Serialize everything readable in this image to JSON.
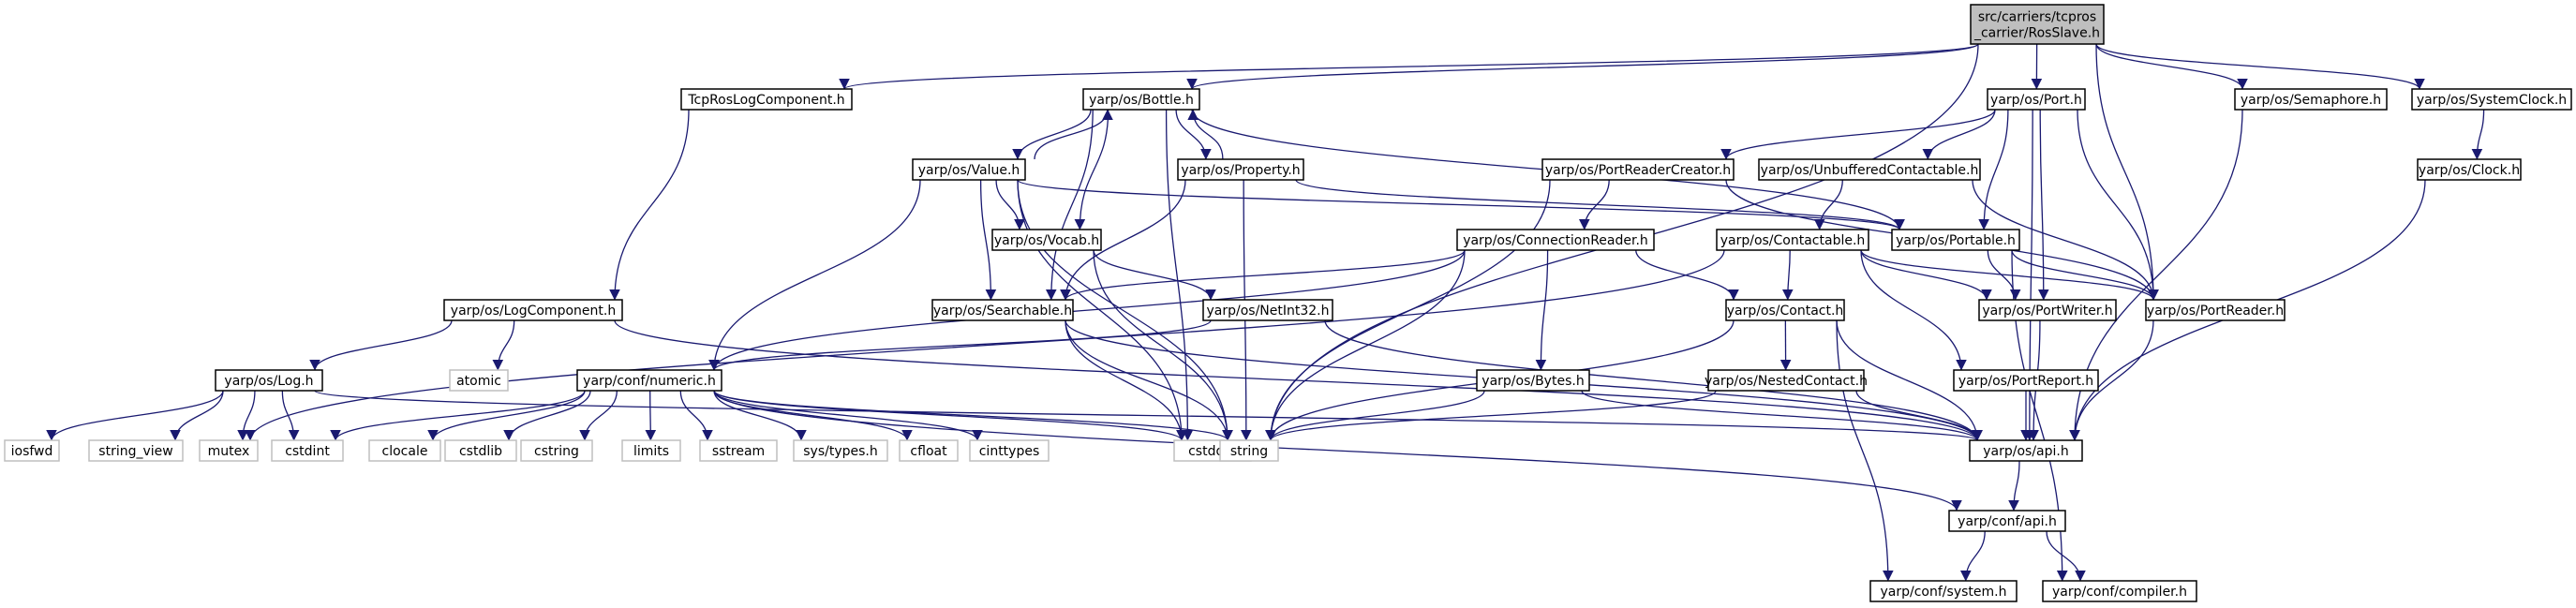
{
  "colors": {
    "edge": "#191970",
    "node_border": "#000000",
    "system_border": "#bfbfbf",
    "root_fill": "#bfbfbf",
    "node_fill": "#ffffff",
    "text": "#000000"
  },
  "diagram": {
    "nodes": [
      {
        "id": "root",
        "lines": [
          "src/carriers/tcpros",
          "_carrier/RosSlave.h"
        ],
        "kind": "root"
      },
      {
        "id": "tcplog",
        "lines": [
          "TcpRosLogComponent.h"
        ],
        "kind": "normal"
      },
      {
        "id": "bottle",
        "lines": [
          "yarp/os/Bottle.h"
        ],
        "kind": "normal"
      },
      {
        "id": "port",
        "lines": [
          "yarp/os/Port.h"
        ],
        "kind": "normal"
      },
      {
        "id": "semaphore",
        "lines": [
          "yarp/os/Semaphore.h"
        ],
        "kind": "normal"
      },
      {
        "id": "sysclock",
        "lines": [
          "yarp/os/SystemClock.h"
        ],
        "kind": "normal"
      },
      {
        "id": "value",
        "lines": [
          "yarp/os/Value.h"
        ],
        "kind": "normal"
      },
      {
        "id": "property",
        "lines": [
          "yarp/os/Property.h"
        ],
        "kind": "normal"
      },
      {
        "id": "prcreator",
        "lines": [
          "yarp/os/PortReaderCreator.h"
        ],
        "kind": "normal"
      },
      {
        "id": "unbuffered",
        "lines": [
          "yarp/os/UnbufferedContactable.h"
        ],
        "kind": "normal"
      },
      {
        "id": "clock",
        "lines": [
          "yarp/os/Clock.h"
        ],
        "kind": "normal"
      },
      {
        "id": "vocab",
        "lines": [
          "yarp/os/Vocab.h"
        ],
        "kind": "normal"
      },
      {
        "id": "connreader",
        "lines": [
          "yarp/os/ConnectionReader.h"
        ],
        "kind": "normal"
      },
      {
        "id": "contactable",
        "lines": [
          "yarp/os/Contactable.h"
        ],
        "kind": "normal"
      },
      {
        "id": "portable",
        "lines": [
          "yarp/os/Portable.h"
        ],
        "kind": "normal"
      },
      {
        "id": "logcomp",
        "lines": [
          "yarp/os/LogComponent.h"
        ],
        "kind": "normal"
      },
      {
        "id": "searchable",
        "lines": [
          "yarp/os/Searchable.h"
        ],
        "kind": "normal"
      },
      {
        "id": "netint32",
        "lines": [
          "yarp/os/NetInt32.h"
        ],
        "kind": "normal"
      },
      {
        "id": "contact",
        "lines": [
          "yarp/os/Contact.h"
        ],
        "kind": "normal"
      },
      {
        "id": "portwriter",
        "lines": [
          "yarp/os/PortWriter.h"
        ],
        "kind": "normal"
      },
      {
        "id": "portreader",
        "lines": [
          "yarp/os/PortReader.h"
        ],
        "kind": "normal"
      },
      {
        "id": "log",
        "lines": [
          "yarp/os/Log.h"
        ],
        "kind": "normal"
      },
      {
        "id": "atomic",
        "lines": [
          "atomic"
        ],
        "kind": "system"
      },
      {
        "id": "numeric",
        "lines": [
          "yarp/conf/numeric.h"
        ],
        "kind": "normal"
      },
      {
        "id": "bytes",
        "lines": [
          "yarp/os/Bytes.h"
        ],
        "kind": "normal"
      },
      {
        "id": "nested",
        "lines": [
          "yarp/os/NestedContact.h"
        ],
        "kind": "normal"
      },
      {
        "id": "portreport",
        "lines": [
          "yarp/os/PortReport.h"
        ],
        "kind": "normal"
      },
      {
        "id": "iosfwd",
        "lines": [
          "iosfwd"
        ],
        "kind": "system"
      },
      {
        "id": "string_view",
        "lines": [
          "string_view"
        ],
        "kind": "system"
      },
      {
        "id": "mutex",
        "lines": [
          "mutex"
        ],
        "kind": "system"
      },
      {
        "id": "cstdint",
        "lines": [
          "cstdint"
        ],
        "kind": "system"
      },
      {
        "id": "clocale",
        "lines": [
          "clocale"
        ],
        "kind": "system"
      },
      {
        "id": "cstdlib",
        "lines": [
          "cstdlib"
        ],
        "kind": "system"
      },
      {
        "id": "cstring",
        "lines": [
          "cstring"
        ],
        "kind": "system"
      },
      {
        "id": "limits",
        "lines": [
          "limits"
        ],
        "kind": "system"
      },
      {
        "id": "sstream",
        "lines": [
          "sstream"
        ],
        "kind": "system"
      },
      {
        "id": "systypes",
        "lines": [
          "sys/types.h"
        ],
        "kind": "system"
      },
      {
        "id": "cfloat",
        "lines": [
          "cfloat"
        ],
        "kind": "system"
      },
      {
        "id": "cinttypes",
        "lines": [
          "cinttypes"
        ],
        "kind": "system"
      },
      {
        "id": "cstddef",
        "lines": [
          "cstddef"
        ],
        "kind": "system"
      },
      {
        "id": "string",
        "lines": [
          "string"
        ],
        "kind": "system"
      },
      {
        "id": "osapi",
        "lines": [
          "yarp/os/api.h"
        ],
        "kind": "normal"
      },
      {
        "id": "confapi",
        "lines": [
          "yarp/conf/api.h"
        ],
        "kind": "normal"
      },
      {
        "id": "confsystem",
        "lines": [
          "yarp/conf/system.h"
        ],
        "kind": "normal"
      },
      {
        "id": "confcompiler",
        "lines": [
          "yarp/conf/compiler.h"
        ],
        "kind": "normal"
      }
    ],
    "edges": [
      [
        "root",
        "tcplog"
      ],
      [
        "root",
        "bottle"
      ],
      [
        "root",
        "port"
      ],
      [
        "root",
        "semaphore"
      ],
      [
        "root",
        "sysclock"
      ],
      [
        "root",
        "portreader"
      ],
      [
        "root",
        "string"
      ],
      [
        "tcplog",
        "logcomp"
      ],
      [
        "bottle",
        "value"
      ],
      [
        "bottle",
        "property"
      ],
      [
        "bottle",
        "vocab"
      ],
      [
        "bottle",
        "searchable"
      ],
      [
        "bottle",
        "portable"
      ],
      [
        "bottle",
        "cstddef"
      ],
      [
        "value",
        "bottle"
      ],
      [
        "value",
        "vocab"
      ],
      [
        "value",
        "searchable"
      ],
      [
        "value",
        "portable"
      ],
      [
        "value",
        "numeric"
      ],
      [
        "value",
        "cstddef"
      ],
      [
        "value",
        "string"
      ],
      [
        "property",
        "bottle"
      ],
      [
        "property",
        "searchable"
      ],
      [
        "property",
        "portable"
      ],
      [
        "property",
        "string"
      ],
      [
        "port",
        "prcreator"
      ],
      [
        "port",
        "unbuffered"
      ],
      [
        "port",
        "portable"
      ],
      [
        "port",
        "portwriter"
      ],
      [
        "port",
        "portreader"
      ],
      [
        "port",
        "osapi"
      ],
      [
        "semaphore",
        "osapi"
      ],
      [
        "sysclock",
        "clock"
      ],
      [
        "clock",
        "osapi"
      ],
      [
        "prcreator",
        "connreader"
      ],
      [
        "prcreator",
        "portreader"
      ],
      [
        "prcreator",
        "string"
      ],
      [
        "unbuffered",
        "contactable"
      ],
      [
        "unbuffered",
        "portreader"
      ],
      [
        "vocab",
        "netint32"
      ],
      [
        "vocab",
        "string"
      ],
      [
        "connreader",
        "searchable"
      ],
      [
        "connreader",
        "contact"
      ],
      [
        "connreader",
        "bytes"
      ],
      [
        "connreader",
        "numeric"
      ],
      [
        "connreader",
        "string"
      ],
      [
        "contactable",
        "contact"
      ],
      [
        "contactable",
        "portwriter"
      ],
      [
        "contactable",
        "portreader"
      ],
      [
        "contactable",
        "portreport"
      ],
      [
        "contactable",
        "mutex"
      ],
      [
        "portable",
        "portwriter"
      ],
      [
        "portable",
        "portreader"
      ],
      [
        "portable",
        "confcompiler"
      ],
      [
        "logcomp",
        "log"
      ],
      [
        "logcomp",
        "atomic"
      ],
      [
        "logcomp",
        "osapi"
      ],
      [
        "searchable",
        "cstddef"
      ],
      [
        "searchable",
        "string"
      ],
      [
        "searchable",
        "osapi"
      ],
      [
        "netint32",
        "numeric"
      ],
      [
        "netint32",
        "osapi"
      ],
      [
        "contact",
        "nested"
      ],
      [
        "contact",
        "osapi"
      ],
      [
        "contact",
        "string"
      ],
      [
        "contact",
        "confsystem"
      ],
      [
        "portwriter",
        "osapi"
      ],
      [
        "portreader",
        "osapi"
      ],
      [
        "log",
        "iosfwd"
      ],
      [
        "log",
        "string_view"
      ],
      [
        "log",
        "mutex"
      ],
      [
        "log",
        "cstdint"
      ],
      [
        "log",
        "osapi"
      ],
      [
        "numeric",
        "cstdint"
      ],
      [
        "numeric",
        "clocale"
      ],
      [
        "numeric",
        "cstdlib"
      ],
      [
        "numeric",
        "cstring"
      ],
      [
        "numeric",
        "limits"
      ],
      [
        "numeric",
        "sstream"
      ],
      [
        "numeric",
        "systypes"
      ],
      [
        "numeric",
        "cfloat"
      ],
      [
        "numeric",
        "cinttypes"
      ],
      [
        "numeric",
        "cstddef"
      ],
      [
        "numeric",
        "string"
      ],
      [
        "numeric",
        "confapi"
      ],
      [
        "bytes",
        "string"
      ],
      [
        "bytes",
        "osapi"
      ],
      [
        "nested",
        "string"
      ],
      [
        "nested",
        "osapi"
      ],
      [
        "portreport",
        "osapi"
      ],
      [
        "osapi",
        "confapi"
      ],
      [
        "confapi",
        "confsystem"
      ],
      [
        "confapi",
        "confcompiler"
      ]
    ]
  }
}
